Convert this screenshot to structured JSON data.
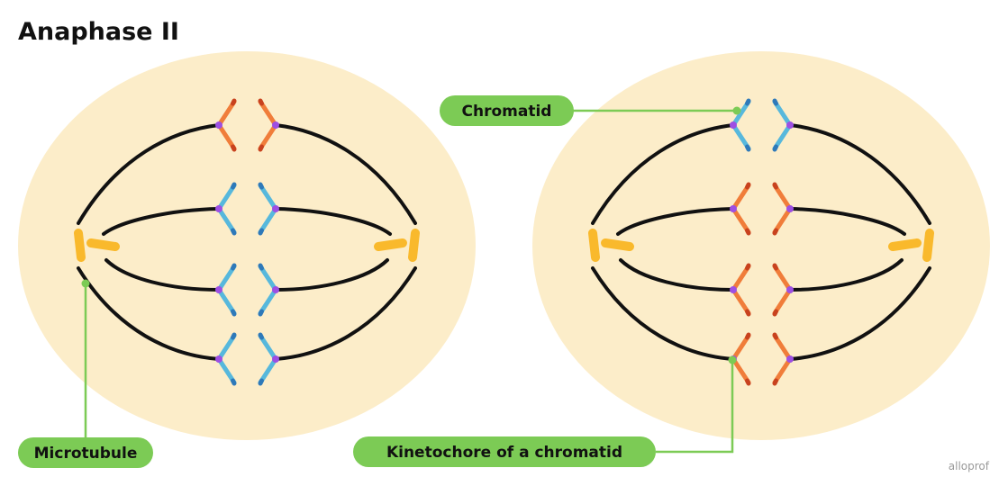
{
  "title": "Anaphase II",
  "labels": {
    "chromatid": "Chromatid",
    "microtubule": "Microtubule",
    "kinetochore": "Kinetochore of a chromatid"
  },
  "brand": "alloprof",
  "colors": {
    "cell_fill": "#fcedc9",
    "microtubule": "#111111",
    "centrosome": "#f9b92c",
    "chromatid_blue": "#57b8dc",
    "chromatid_orange": "#f07d3a",
    "chromatid_tip_dark_blue": "#2e79b9",
    "chromatid_tip_dark_orange": "#c8421e",
    "kinetochore": "#9d4fe3",
    "label_fill": "#7ccb55",
    "leader_line": "#7ccb55"
  },
  "cells": [
    {
      "name": "left-cell",
      "chromatid_pairs": [
        {
          "left_color": "orange",
          "right_color": "orange"
        },
        {
          "left_color": "blue",
          "right_color": "blue"
        },
        {
          "left_color": "blue",
          "right_color": "blue"
        },
        {
          "left_color": "blue",
          "right_color": "blue"
        }
      ]
    },
    {
      "name": "right-cell",
      "chromatid_pairs": [
        {
          "left_color": "blue",
          "right_color": "blue"
        },
        {
          "left_color": "orange",
          "right_color": "orange"
        },
        {
          "left_color": "orange",
          "right_color": "orange"
        },
        {
          "left_color": "orange",
          "right_color": "orange"
        }
      ]
    }
  ]
}
